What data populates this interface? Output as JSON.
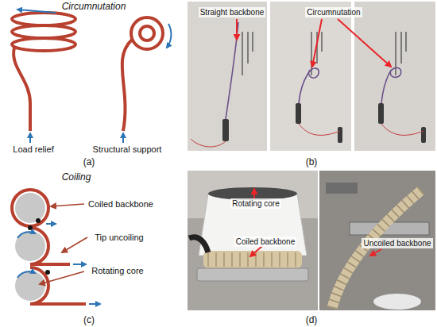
{
  "diagram": {
    "labels": [
      "Circumnutation",
      "Load relief",
      "Structural support",
      "(a)",
      "Straight backbone",
      "Circumnutation",
      "(b)",
      "Coiling",
      "Coiled backbone",
      "Tip uncoiling",
      "Rotating core",
      "(c)",
      "Rotating core",
      "Coiled backbone",
      "Uncoiled backbone",
      "(d)"
    ]
  }
}
